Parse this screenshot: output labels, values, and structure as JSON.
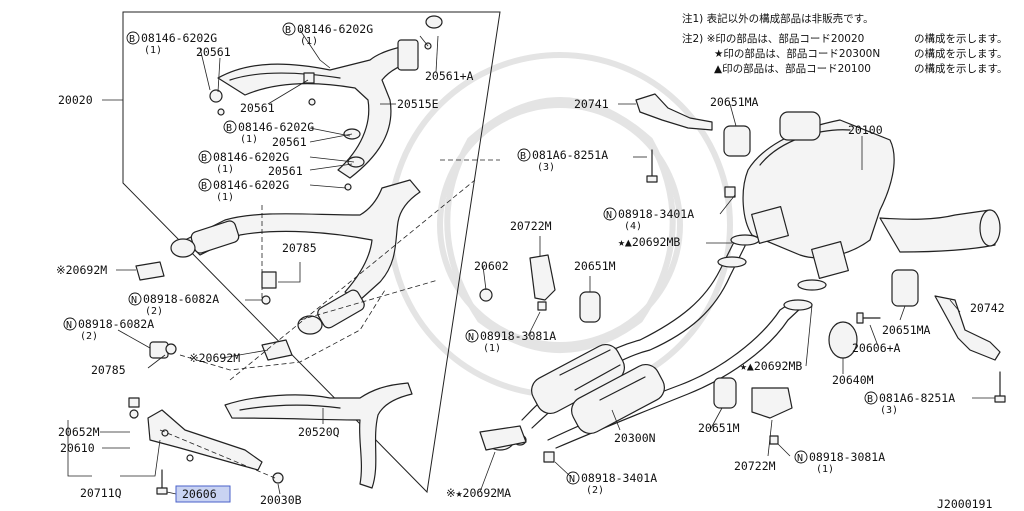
{
  "notes": {
    "line1": "注1) 表記以外の構成部品は非販売です。",
    "line2_a": "注2) ※印の部品は、部品コード20020",
    "line2_b": "の構成を示します。",
    "line3_a": "★印の部品は、部品コード20300N",
    "line3_b": "の構成を示します。",
    "line4_a": "▲印の部品は、部品コード20100",
    "line4_b": "の構成を示します。"
  },
  "diagram_id": "J2000191",
  "labels": {
    "p20020": "20020",
    "b1_code": "08146-6202G",
    "b1_qty": "(1)",
    "b2_code": "08146-6202G",
    "b2_qty": "(1)",
    "p20561_a": "20561",
    "p20561pa": "20561+A",
    "p20561_b": "20561",
    "b3_code": "08146-6202G",
    "b3_qty": "(1)",
    "p20515e": "20515E",
    "p20561_c": "20561",
    "b4_code": "08146-6202G",
    "b4_qty": "(1)",
    "p20561_d": "20561",
    "b5_code": "08146-6202G",
    "b5_qty": "(1)",
    "p20785_a": "20785",
    "p20692m_a": "※20692M",
    "n1_code": "08918-6082A",
    "n1_qty": "(2)",
    "n2_code": "08918-6082A",
    "n2_qty": "(2)",
    "p20692m_b": "※20692M",
    "p20785_b": "20785",
    "p20652m": "20652M",
    "p20610": "20610",
    "p20711q": "20711Q",
    "p20606": "20606",
    "p20030b": "20030B",
    "p20520q": "20520Q",
    "p20741": "20741",
    "p20651ma_a": "20651MA",
    "p20100": "20100",
    "b6_code": "081A6-8251A",
    "b6_qty": "(3)",
    "n3_code": "08918-3401A",
    "n3_qty": "(4)",
    "p20692mb_a": "★▲20692MB",
    "p20722m_a": "20722M",
    "p20602": "20602",
    "p20651m_a": "20651M",
    "n4_code": "08918-3081A",
    "n4_qty": "(1)",
    "p20742": "20742",
    "p20651ma_b": "20651MA",
    "p20606pa": "20606+A",
    "p20692mb_b": "★▲20692MB",
    "p20640m": "20640M",
    "b7_code": "081A6-8251A",
    "b7_qty": "(3)",
    "p20300n": "20300N",
    "p20651m_b": "20651M",
    "p20722m_b": "20722M",
    "n5_code": "08918-3081A",
    "n5_qty": "(1)",
    "p20692ma": "※★20692MA",
    "n6_code": "08918-3401A",
    "n6_qty": "(2)"
  },
  "symbols": {
    "bolt": "B",
    "nut": "N"
  }
}
